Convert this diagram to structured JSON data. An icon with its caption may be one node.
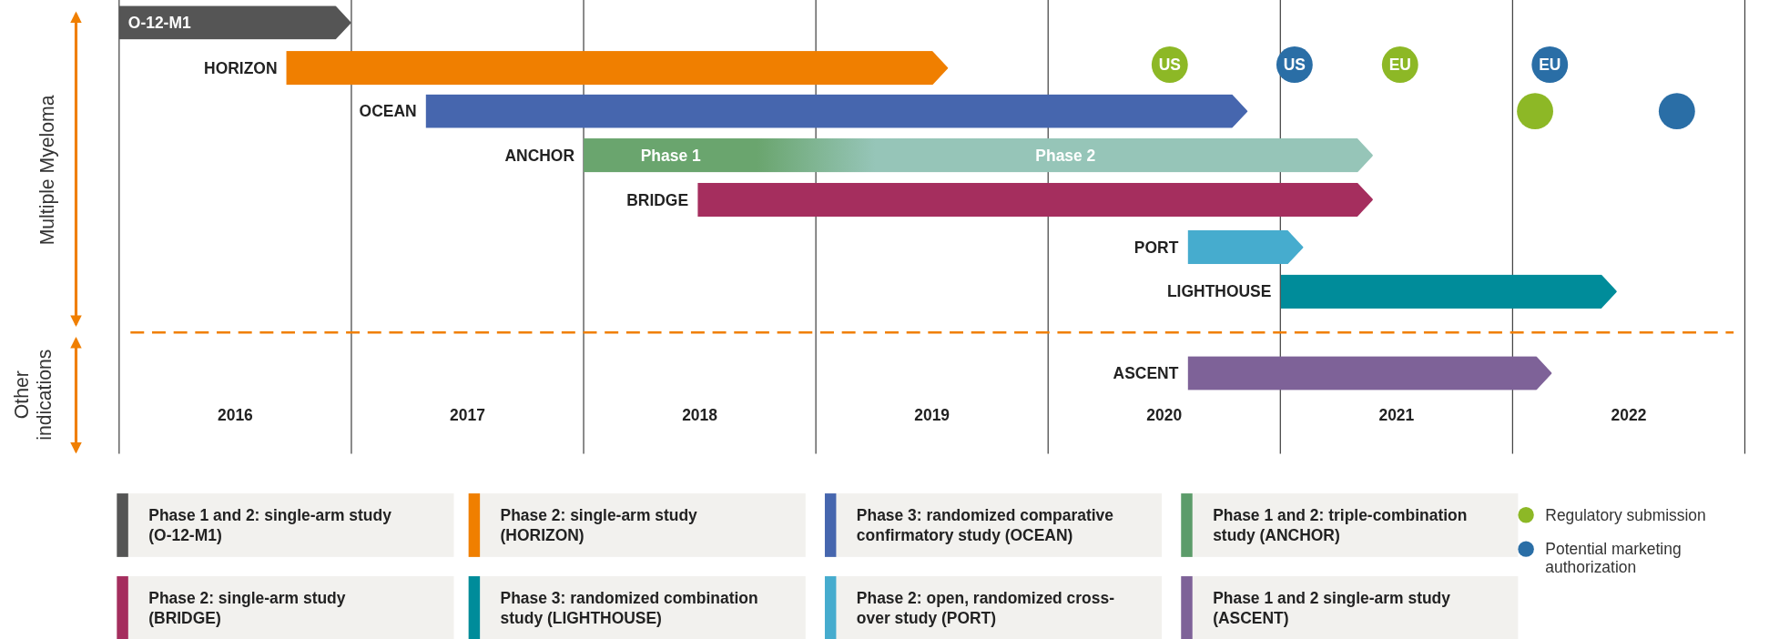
{
  "diagram": {
    "nodes": [
      {
        "text": [
          "O-12-M1"
        ]
      },
      {
        "text": [
          "HORIZON"
        ]
      },
      {
        "text": [
          "US"
        ]
      },
      {
        "text": [
          "US"
        ]
      },
      {
        "text": [
          "EU"
        ]
      },
      {
        "text": [
          "EU"
        ]
      },
      {
        "text": [
          "OCEAN"
        ]
      },
      {
        "text": [],
        "shape": "circle"
      },
      {
        "text": [],
        "shape": "circle"
      },
      {
        "text": [
          "ANCHOR",
          "Phase 1",
          "Phase 2"
        ]
      },
      {
        "text": [
          "BRIDGE"
        ]
      },
      {
        "text": [
          "PORT"
        ]
      },
      {
        "text": [
          "LIGHTHOUSE"
        ]
      },
      {
        "text": [
          "ASCENT"
        ]
      }
    ],
    "edges": [],
    "labels": [
      "Multiple Myeloma",
      "Other indications",
      "2016",
      "2017",
      "2018",
      "2019",
      "2020",
      "2021",
      "2022"
    ],
    "legend": [
      {
        "text": "Phase 1 and 2: single-arm study (O-12-M1)",
        "color": "#555555"
      },
      {
        "text": "Phase 2: single-arm study (HORIZON)",
        "color": "#f07f00"
      },
      {
        "text": "Phase 3: randomized comparative confirmatory study (OCEAN)",
        "color": "#4666ae"
      },
      {
        "text": "Phase 1 and 2: triple-combination study (ANCHOR)",
        "color": "#5c9c6a"
      },
      {
        "text": "Phase 2: single-arm study (BRIDGE)",
        "color": "#a52e5e"
      },
      {
        "text": "Phase 3: randomized combination study (LIGHTHOUSE)",
        "color": "#008c9a"
      },
      {
        "text": "Phase 2: open, randomized cross-over study (PORT)",
        "color": "#46acce"
      },
      {
        "text": "Phase 1 and 2 single-arm study (ASCENT)",
        "color": "#7e6298"
      },
      {
        "text": "Regulatory submission",
        "color": "#8db826"
      },
      {
        "text": "Potential marketing authorization",
        "color": "#2a6ea6"
      }
    ]
  }
}
